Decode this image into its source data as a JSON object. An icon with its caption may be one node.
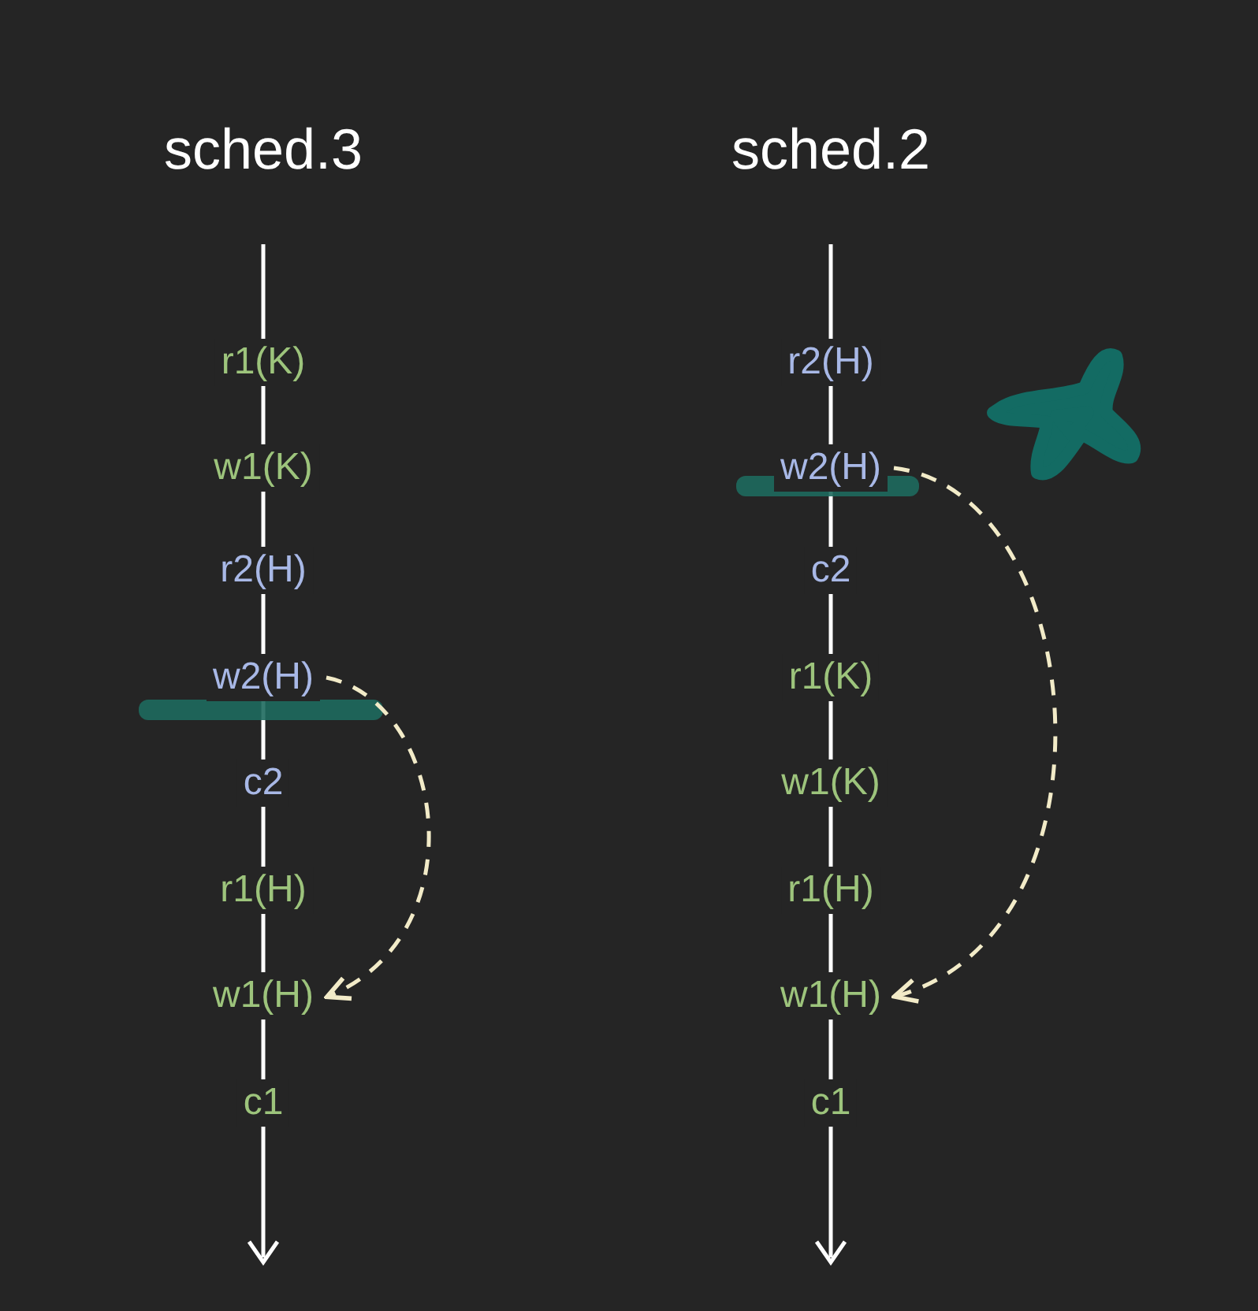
{
  "diagram": {
    "nodes": [
      {
        "text": [
          "sched.3"
        ]
      },
      {
        "text": [
          "r1(K)"
        ],
        "in": 0
      },
      {
        "text": [
          "w1(K)"
        ],
        "in": 0
      },
      {
        "text": [
          "r2(H)"
        ],
        "in": 0
      },
      {
        "text": [
          "w2(H)"
        ],
        "in": 0
      },
      {
        "text": [
          "c2"
        ],
        "in": 0
      },
      {
        "text": [
          "r1(H)"
        ],
        "in": 0
      },
      {
        "text": [
          "w1(H)"
        ],
        "in": 0
      },
      {
        "text": [
          "c1"
        ],
        "in": 0
      },
      {
        "text": [
          "sched.2"
        ]
      },
      {
        "text": [
          "r2(H)"
        ],
        "in": 9
      },
      {
        "text": [
          "w2(H)"
        ],
        "in": 9
      },
      {
        "text": [
          "c2"
        ],
        "in": 9
      },
      {
        "text": [
          "r1(K)"
        ],
        "in": 9
      },
      {
        "text": [
          "w1(K)"
        ],
        "in": 9
      },
      {
        "text": [
          "r1(H)"
        ],
        "in": 9
      },
      {
        "text": [
          "w1(H)"
        ],
        "in": 9
      },
      {
        "text": [
          "c1"
        ],
        "in": 9
      },
      {
        "text": [],
        "shape": "star"
      }
    ],
    "edges": [
      {
        "from": 4,
        "to": 7,
        "arrow": "to",
        "style": "dashed"
      },
      {
        "from": 11,
        "to": 16,
        "arrow": "to",
        "style": "dashed"
      }
    ]
  }
}
